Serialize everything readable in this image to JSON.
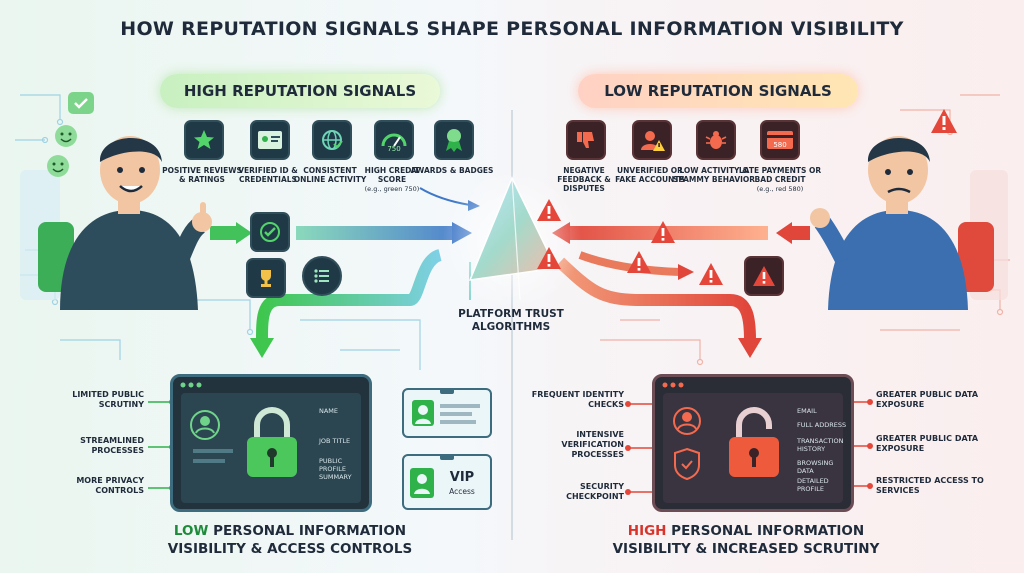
{
  "title": "HOW REPUTATION SIGNALS SHAPE PERSONAL INFORMATION VISIBILITY",
  "high": {
    "heading": "HIGH REPUTATION SIGNALS",
    "signals": [
      {
        "label": "POSITIVE REVIEWS & RATINGS",
        "icon": "star-icon"
      },
      {
        "label": "VERIFIED ID & CREDENTIALS",
        "icon": "id-card-icon"
      },
      {
        "label": "CONSISTENT ONLINE ACTIVITY",
        "icon": "globe-icon"
      },
      {
        "label": "HIGH CREDIT SCORE",
        "note": "(e.g., green 750)",
        "icon": "gauge-icon",
        "gauge_value": "750"
      },
      {
        "label": "AWARDS & BADGES",
        "icon": "award-icon"
      }
    ],
    "outcome_prefix": "LOW",
    "outcome_line1_rest": " PERSONAL INFORMATION",
    "outcome_line2": "VISIBILITY & ACCESS CONTROLS",
    "side_labels": [
      "LIMITED PUBLIC SCRUTINY",
      "STREAMLINED PROCESSES",
      "MORE PRIVACY CONTROLS"
    ],
    "fields": [
      "NAME",
      "JOB TITLE",
      "PUBLIC PROFILE SUMMARY"
    ],
    "vip_title": "VIP",
    "vip_sub": "Access",
    "color": "#2fb24a"
  },
  "low": {
    "heading": "LOW REPUTATION SIGNALS",
    "signals": [
      {
        "label": "NEGATIVE FEEDBACK & DISPUTES",
        "icon": "thumbs-down-icon"
      },
      {
        "label": "UNVERIFIED OR FAKE ACCOUNTS",
        "icon": "fake-account-icon"
      },
      {
        "label": "LOW ACTIVITY & SPAMMY BEHAVIOR",
        "icon": "bug-icon"
      },
      {
        "label": "LATE PAYMENTS OR BAD CREDIT",
        "note": "(e.g., red 580)",
        "icon": "credit-card-icon",
        "card_value": "580"
      }
    ],
    "outcome_prefix": "HIGH",
    "outcome_line1_rest": " PERSONAL INFORMATION",
    "outcome_line2": "VISIBILITY & INCREASED SCRUTINY",
    "left_labels": [
      "FREQUENT IDENTITY CHECKS",
      "INTENSIVE VERIFICATION PROCESSES",
      "SECURITY CHECKPOINT"
    ],
    "right_labels": [
      "GREATER PUBLIC DATA EXPOSURE",
      "GREATER PUBLIC DATA EXPOSURE",
      "RESTRICTED ACCESS TO SERVICES"
    ],
    "fields": [
      "EMAIL",
      "FULL ADDRESS",
      "TRANSACTION HISTORY",
      "BROWSING DATA",
      "DETAILED PROFILE"
    ],
    "color": "#e4473a"
  },
  "center": {
    "label": "PLATFORM TRUST ALGORITHMS"
  }
}
